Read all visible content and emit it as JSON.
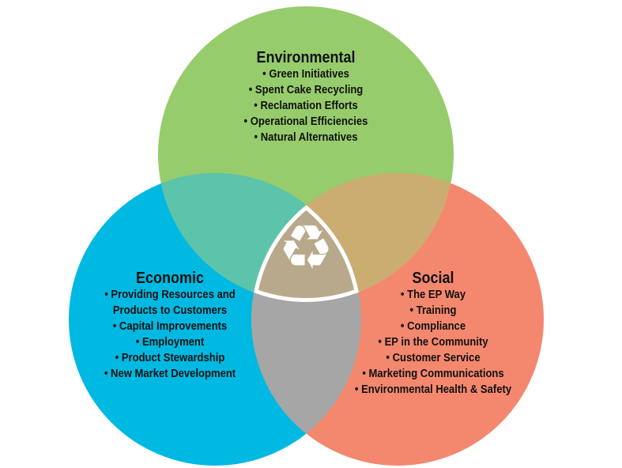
{
  "colors": {
    "environmental": "#97cc6c",
    "economic": "#00b9e2",
    "social": "#f4886f",
    "env_econ": "#5cc4ab",
    "env_social": "#ccad71",
    "econ_social": "#a6a6a6",
    "center": "#b9a98c"
  },
  "center_icon": "recycle-icon",
  "environmental": {
    "title": "Environmental",
    "items": [
      "• Green Initiatives",
      "• Spent Cake Recycling",
      "• Reclamation Efforts",
      "• Operational Efficiencies",
      "• Natural Alternatives"
    ]
  },
  "economic": {
    "title": "Economic",
    "items": [
      "• Providing Resources and",
      "Products to Customers",
      "• Capital Improvements",
      "• Employment",
      "• Product Stewardship",
      "• New Market Development"
    ]
  },
  "social": {
    "title": "Social",
    "items": [
      "• The EP Way",
      "• Training",
      "• Compliance",
      "• EP in the Community",
      "• Customer Service",
      "• Marketing Communications",
      "• Environmental Health & Safety"
    ]
  }
}
